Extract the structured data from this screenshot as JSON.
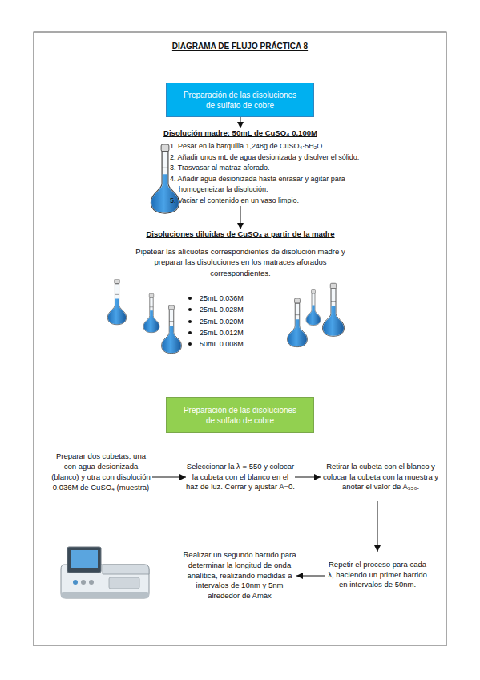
{
  "diagram": {
    "title": "DIAGRAMA DE FLUJO PRÁCTICA 8",
    "nodes": [
      {
        "text": [
          "Preparación de las disoluciones de sulfato de cobre"
        ]
      },
      {
        "text": [
          "Disolución madre: 50mL de CuSO₄ 0,100M",
          "1. Pesar en la barquilla 1,248g de CuSO₄·5H₂O.",
          "2. Añadir unos mL de agua desionizada y disolver el sólido.",
          "3. Trasvasar al matraz aforado.",
          "4. Añadir agua desionizada hasta enrasar y agitar para homogeneizar la disolución.",
          "5. Vaciar el contenido en un vaso limpio."
        ]
      },
      {
        "text": [
          "Disoluciones diluidas de CuSO₄ a partir de la madre",
          "Pipetear las alícuotas correspondientes de disolución madre y preparar las disoluciones en los matraces aforados correspondientes.",
          "25mL 0.036M",
          "25mL 0.028M",
          "25mL 0.020M",
          "25mL 0.012M",
          "50mL 0.008M"
        ]
      },
      {
        "text": [
          "Preparación de las disoluciones de sulfato de cobre"
        ]
      },
      {
        "text": [
          "Preparar dos cubetas, una con agua desionizada (blanco) y otra con disolución 0.036M de CuSO₄ (muestra)"
        ]
      },
      {
        "text": [
          "Seleccionar la λ = 550 y colocar la cubeta con el blanco en el haz de luz. Cerrar y ajustar A=0."
        ]
      },
      {
        "text": [
          "Retirar la cubeta con el blanco y colocar la cubeta con la muestra y anotar el valor de A₅₅₀."
        ]
      },
      {
        "text": [
          "Repetir el proceso para cada λ, haciendo un primer barrido en intervalos de 50nm."
        ]
      },
      {
        "text": [
          "Realizar un segundo barrido para determinar la longitud de onda analítica, realizando medidas a intervalos de 10nm y 5nm alrededor de Amáx"
        ]
      }
    ],
    "edges": [
      {
        "from": 0,
        "to": 1,
        "arrow": "to"
      },
      {
        "from": 1,
        "to": 2,
        "arrow": "to"
      },
      {
        "from": 4,
        "to": 5,
        "arrow": "to"
      },
      {
        "from": 5,
        "to": 6,
        "arrow": "to"
      },
      {
        "from": 6,
        "to": 7,
        "arrow": "to"
      },
      {
        "from": 7,
        "to": 8,
        "arrow": "to"
      }
    ]
  }
}
